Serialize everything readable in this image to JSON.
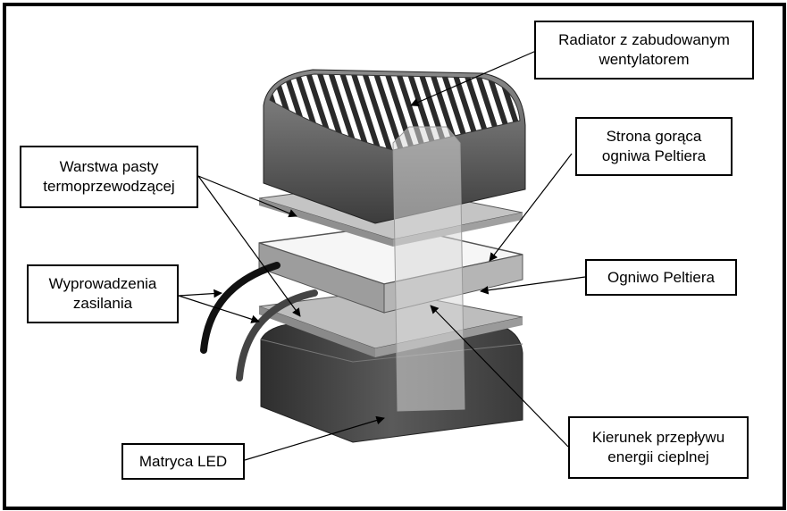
{
  "labels": {
    "radiator": "Radiator z zabudowanym\nwentylatorem",
    "hot_side": "Strona gorąca\nogniwa Peltiera",
    "paste": "Warstwa pasty\ntermoprzewodzącej",
    "power": "Wyprowadzenia\nzasilania",
    "peltier": "Ogniwo Peltiera",
    "led": "Matryca LED",
    "heat_flow": "Kierunek przepływu\nenergii cieplnej"
  },
  "colors": {
    "border": "#000000",
    "radiator_body": "#5e5e5e",
    "plate": "#b9b9b9",
    "peltier_top": "#f4f4f4",
    "led_base": "#4a4a4a",
    "flow_arrow": "#d0d0d0"
  }
}
